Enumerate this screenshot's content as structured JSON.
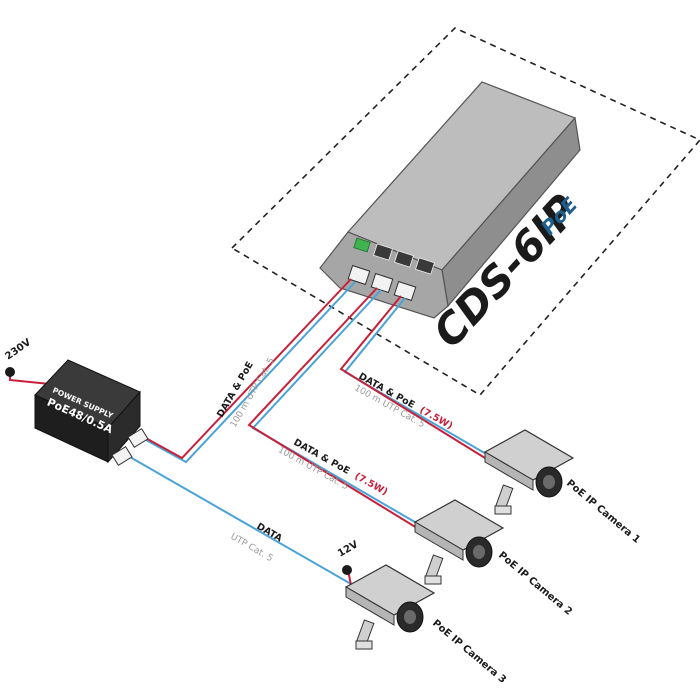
{
  "device": {
    "model": "CDS-6IP",
    "poe_badge": "PoE"
  },
  "power_supply": {
    "title": "POWER SUPPLY",
    "model": "PoE48/0.5A",
    "input_voltage": "230V"
  },
  "links": [
    {
      "id": "uplink",
      "label": "DATA & PoE",
      "power": "",
      "cable": "100 m UTP Cat. 5"
    },
    {
      "id": "camera1",
      "label": "DATA & PoE",
      "power": "(7.5W)",
      "cable": "100 m UTP Cat. 5"
    },
    {
      "id": "camera2",
      "label": "DATA & PoE",
      "power": "(7.5W)",
      "cable": "100 m UTP Cat. 5"
    },
    {
      "id": "camera3",
      "label": "DATA",
      "power": "",
      "cable": "UTP Cat. 5"
    }
  ],
  "cameras": [
    {
      "label": "PoE IP Camera 1"
    },
    {
      "label": "PoE IP Camera 2"
    },
    {
      "label": "PoE IP Camera 3",
      "supply": "12V"
    }
  ],
  "colors": {
    "data_line": "#4aa3d8",
    "power_line": "#c8203a",
    "device_body": "#a9a9a9",
    "psu_body": "#1e1e1e",
    "port_green": "#3fb34f",
    "logo_accent": "#1e5f8e"
  }
}
